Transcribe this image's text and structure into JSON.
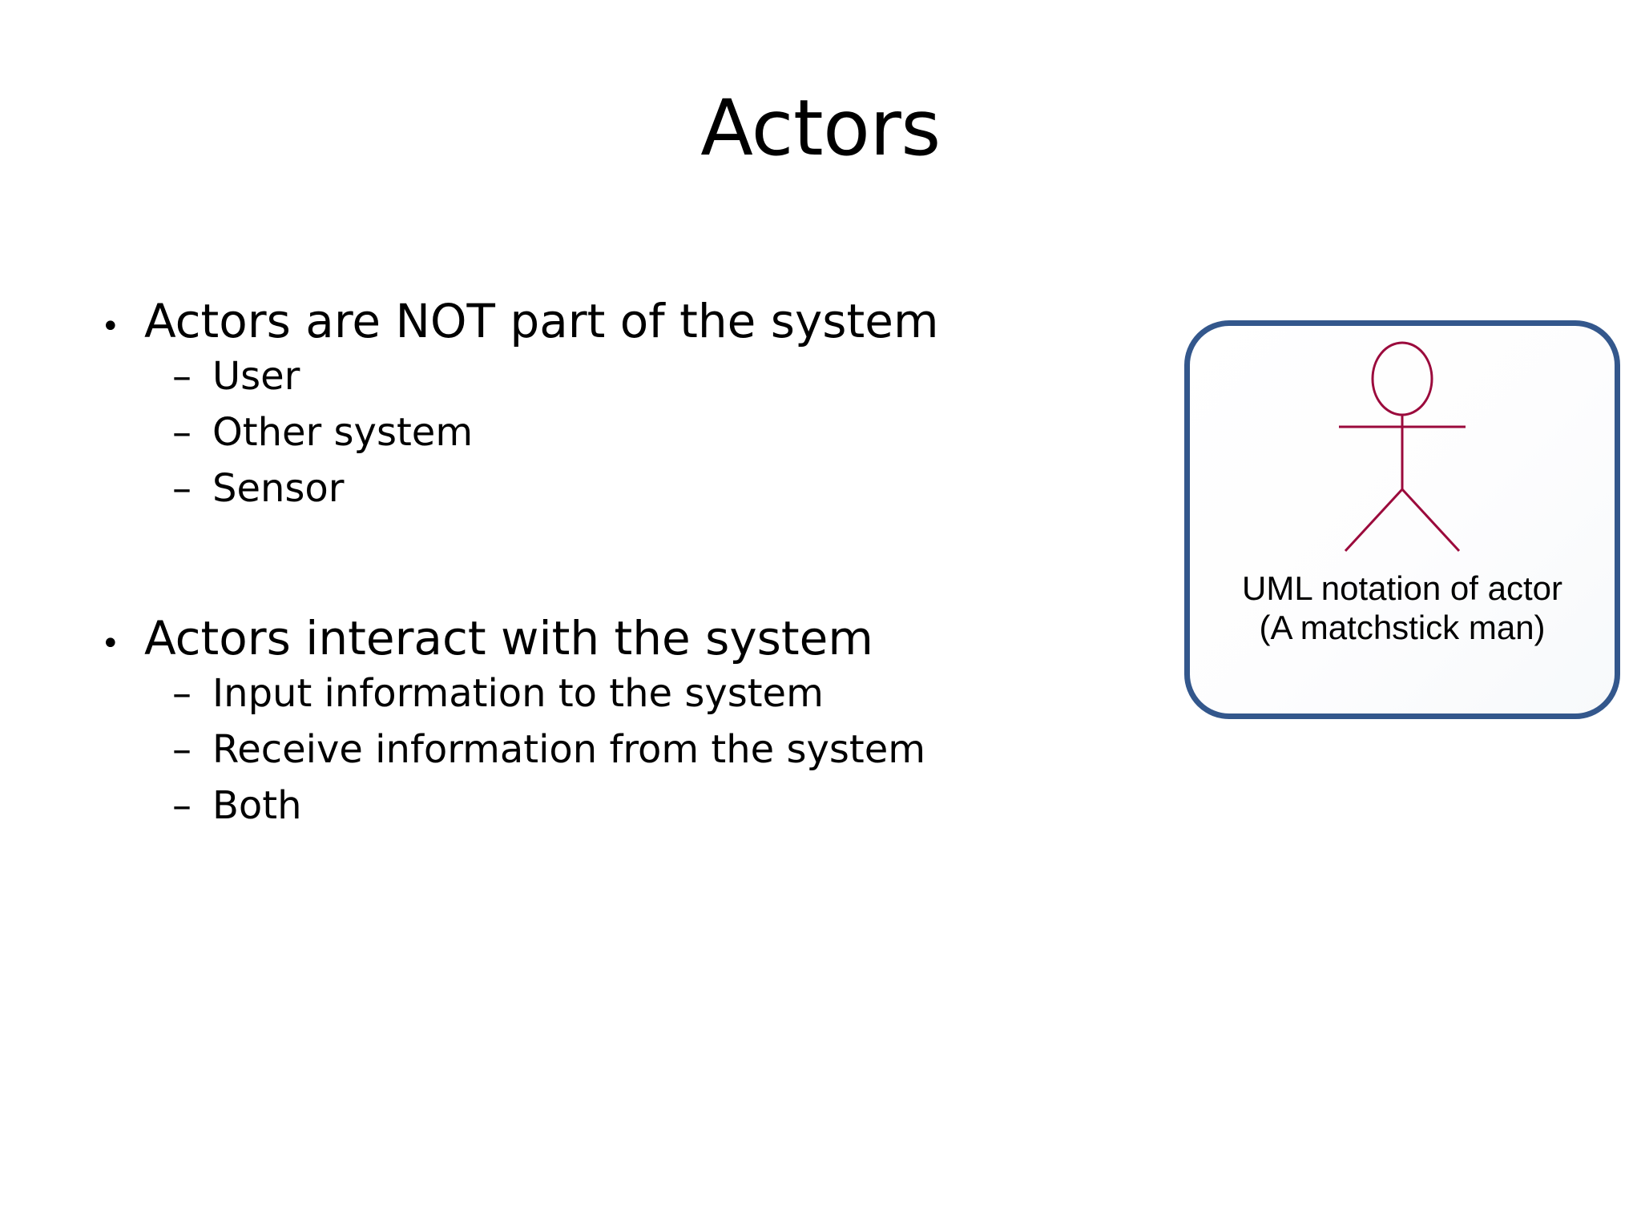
{
  "slide": {
    "title": "Actors",
    "background_color": "#FFFFFF",
    "text_color": "#000000"
  },
  "content": {
    "groups": [
      {
        "bullet_marker": "•",
        "heading": "Actors are NOT part of the system",
        "sub_marker": "–",
        "sub_items": [
          "User",
          "Other system",
          "Sensor"
        ]
      },
      {
        "bullet_marker": "•",
        "heading": "Actors interact with the system",
        "sub_marker": "–",
        "sub_items": [
          "Input information to the system",
          "Receive information from the system",
          "Both"
        ]
      }
    ]
  },
  "uml_card": {
    "border_color": "#33578C",
    "figure_color": "#9B0A3C",
    "figure_name": "uml-actor-stick-figure",
    "caption_line1": "UML notation of actor",
    "caption_line2": "(A matchstick man)"
  }
}
